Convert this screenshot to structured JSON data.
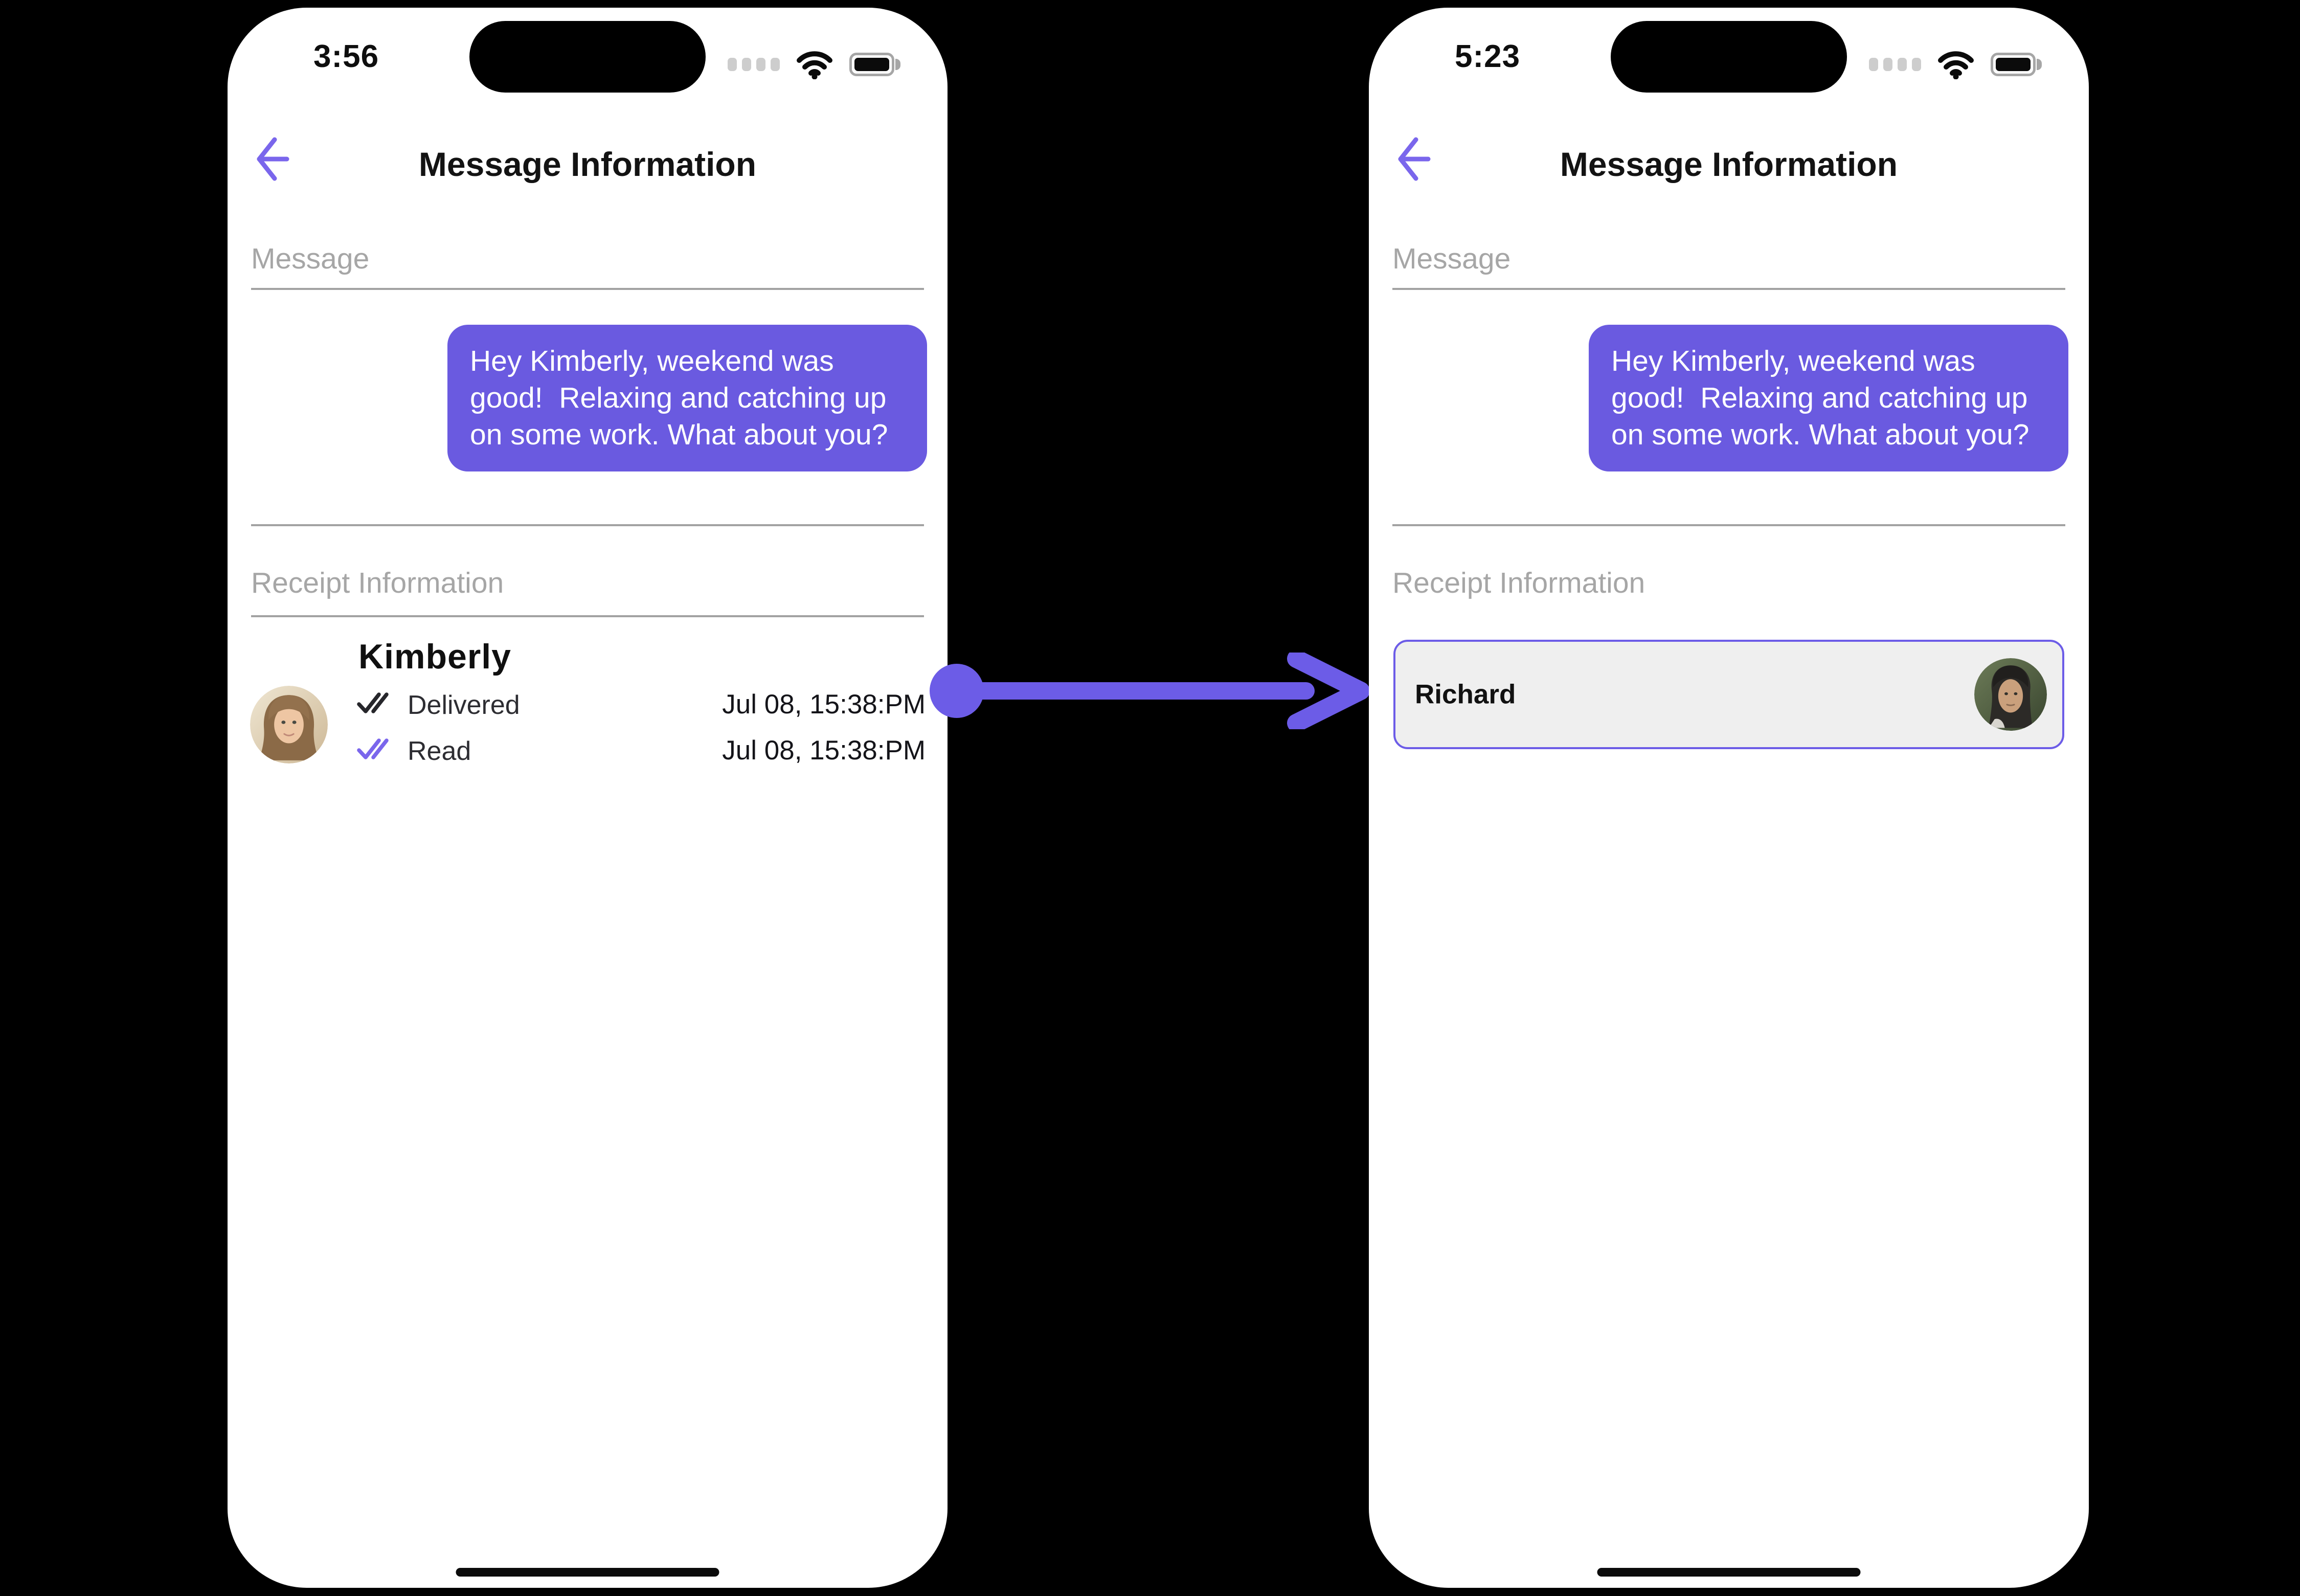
{
  "colors": {
    "page_background": "#000000",
    "phone_background": "#FFFFFF",
    "bubble_purple": "#6A5AE0",
    "arrow_purple": "#6C5CE7",
    "back_arrow_purple": "#7A66EC",
    "read_check_purple": "#7A66EC",
    "delivered_check_dark": "#26262B",
    "card_background": "#EFEFEF",
    "card_border": "#6C5CE7",
    "divider_gray": "#A2A2A2",
    "section_label_gray": "#A6A6A6",
    "bubble_text": "#FFFFFF"
  },
  "transition_arrow": {
    "icon": "arrow-right-with-dot",
    "color": "#6C5CE7"
  },
  "phones": {
    "left": {
      "status_bar": {
        "time": "3:56",
        "cellular_icon": "cellular-signal-dots",
        "wifi_icon": "wifi",
        "battery_icon": "battery-full"
      },
      "header": {
        "back_icon": "arrow-left",
        "title": "Message Information"
      },
      "message_section": {
        "label": "Message",
        "bubble_text": "Hey Kimberly, weekend was good!  Relaxing and catching up on some work. What about you?"
      },
      "receipt_section": {
        "label": "Receipt Information",
        "contact_name": "Kimberly",
        "avatar_icon": "woman-portrait",
        "statuses": [
          {
            "label": "Delivered",
            "timestamp": "Jul 08, 15:38:PM",
            "icon": "double-check",
            "icon_color": "#26262B"
          },
          {
            "label": "Read",
            "timestamp": "Jul 08, 15:38:PM",
            "icon": "double-check",
            "icon_color": "#7A66EC"
          }
        ]
      },
      "home_indicator_icon": "home-indicator"
    },
    "right": {
      "status_bar": {
        "time": "5:23",
        "cellular_icon": "cellular-signal-dots",
        "wifi_icon": "wifi",
        "battery_icon": "battery-full"
      },
      "header": {
        "back_icon": "arrow-left",
        "title": "Message Information"
      },
      "message_section": {
        "label": "Message",
        "bubble_text": "Hey Kimberly, weekend was good!  Relaxing and catching up on some work. What about you?"
      },
      "receipt_section": {
        "label": "Receipt Information",
        "recipient": {
          "name": "Richard",
          "avatar_icon": "man-portrait"
        }
      },
      "home_indicator_icon": "home-indicator"
    }
  }
}
